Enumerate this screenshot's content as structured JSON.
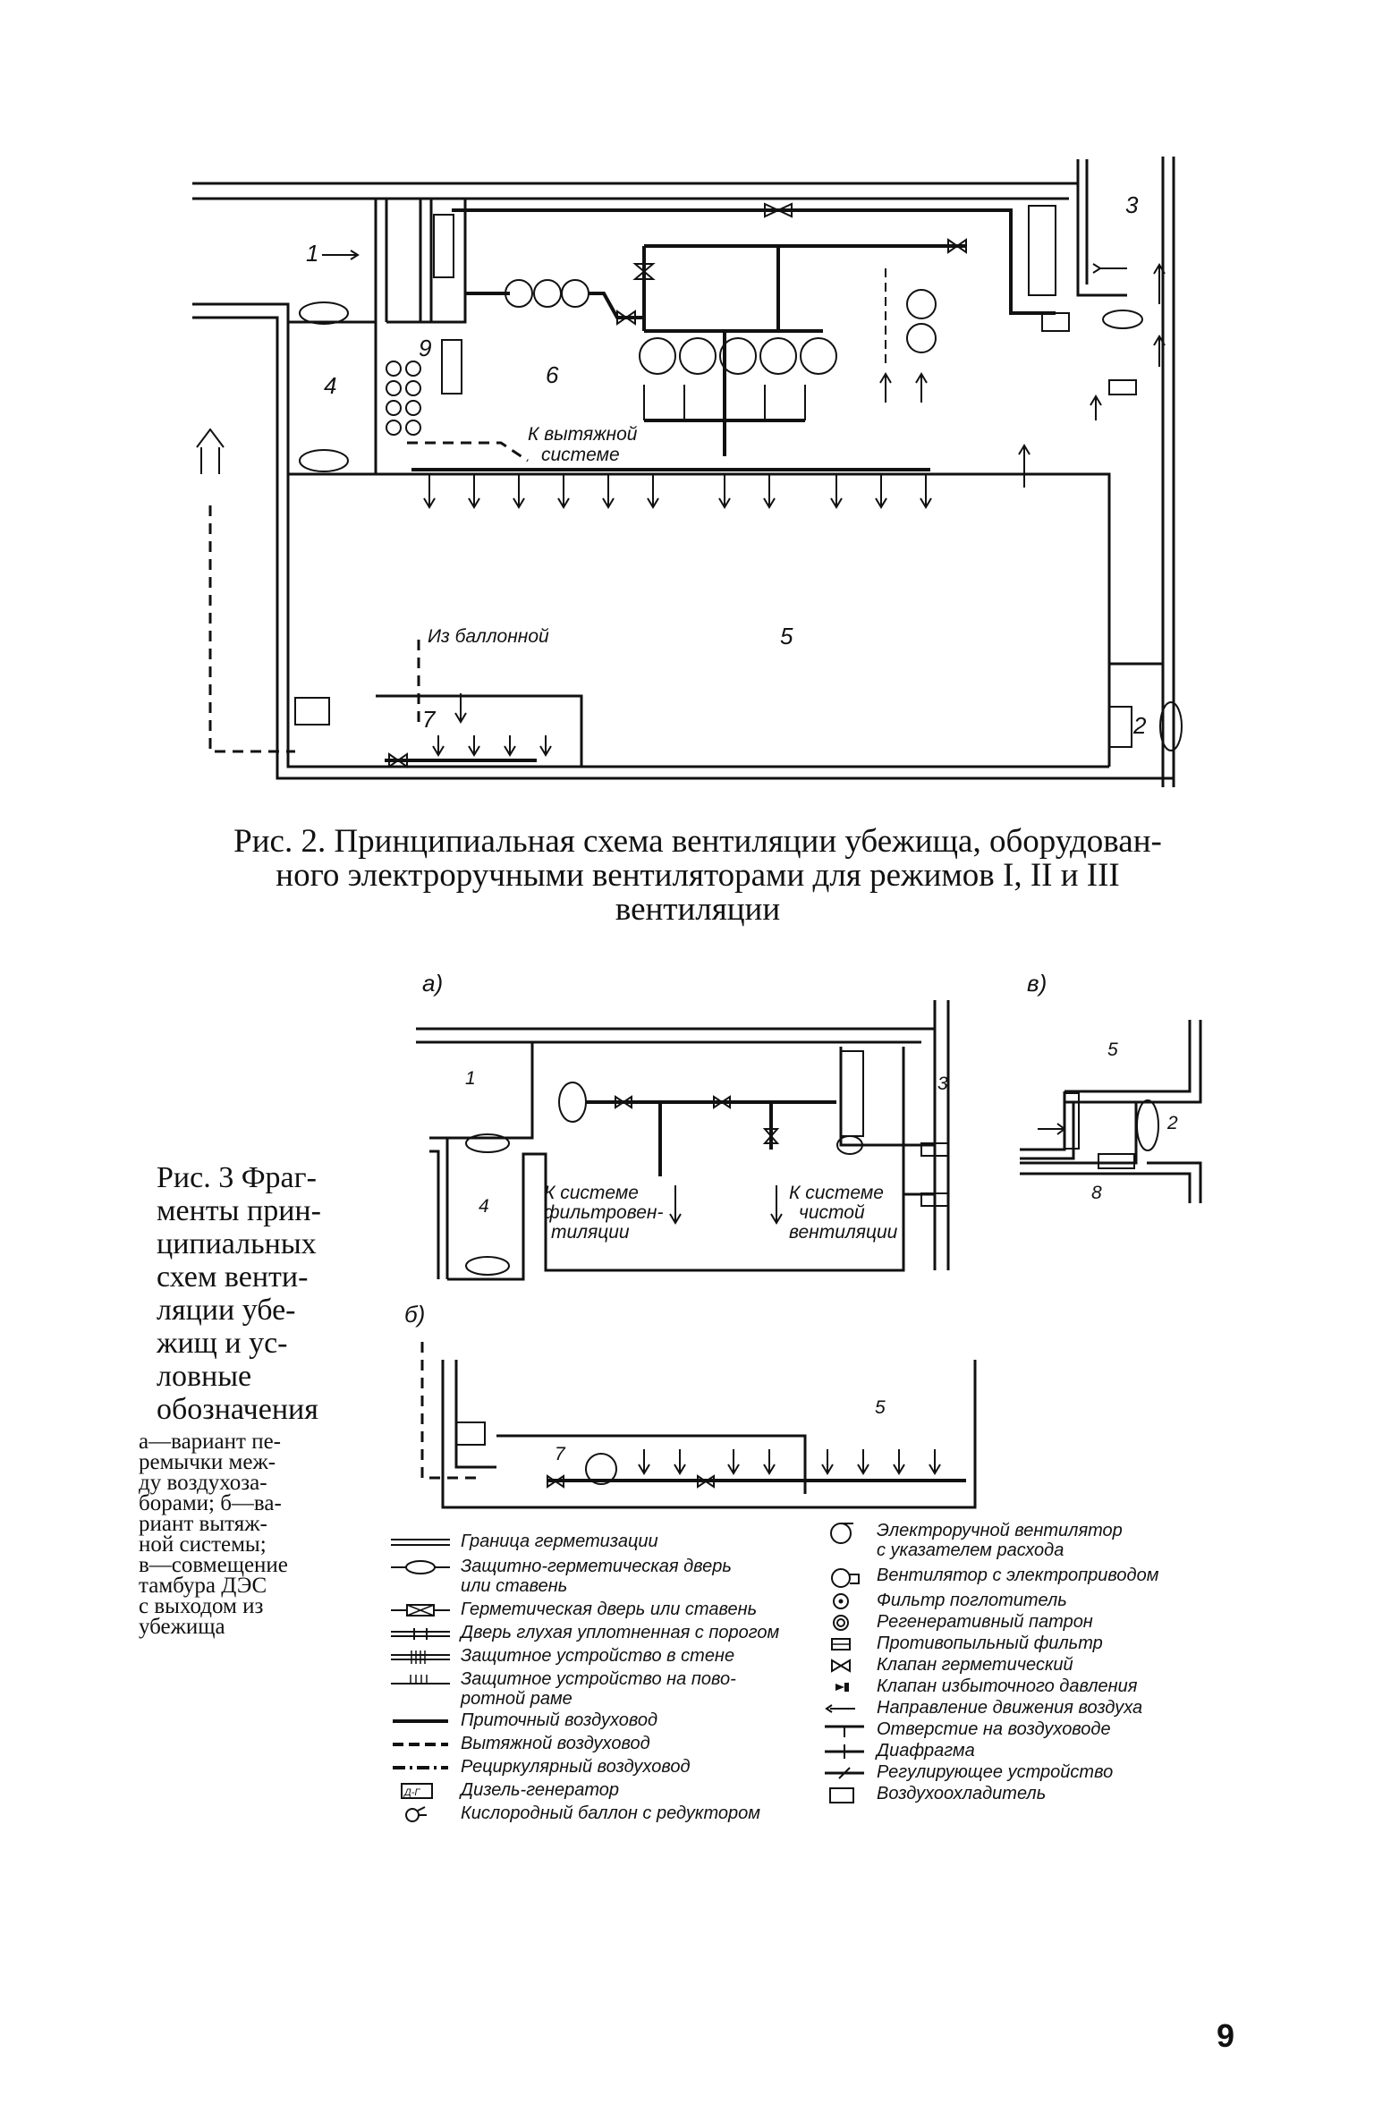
{
  "fig2": {
    "caption_line1": "Рис. 2. Принципиальная схема вентиляции убежища, оборудован-",
    "caption_line2": "ного электроручными вентиляторами для режимов I, II и III",
    "caption_line3": "вентиляции",
    "labels": {
      "n1": "1",
      "n2": "2",
      "n3": "3",
      "n4": "4",
      "n5": "5",
      "n6": "6",
      "n7": "7",
      "n9": "9",
      "exhaust": "К вытяжной",
      "exhaust2": "системе",
      "cylinders": "Из баллонной"
    }
  },
  "fig3": {
    "caption_lines": [
      "Рис. 3 Фраг-",
      "менты прин-",
      "ципиальных",
      "схем венти-",
      "ляции убе-",
      "жищ и ус-",
      "ловные",
      "обозначения"
    ],
    "note_lines": [
      "а—вариант пе-",
      "ремычки меж-",
      "ду воздухоза-",
      "борами; б—ва-",
      "риант вытяж-",
      "ной системы;",
      "в—совмещение",
      "тамбура ДЭС",
      "с выходом из",
      "убежища"
    ],
    "part_a": "а)",
    "part_b": "б)",
    "part_v": "в)",
    "labels": {
      "n1": "1",
      "n2": "2",
      "n3": "3",
      "n4": "4",
      "n5": "5",
      "n7": "7",
      "n8": "8",
      "filter_sys_1": "К системе",
      "filter_sys_2": "фильтровен-",
      "filter_sys_3": "тиляции",
      "clean_sys_1": "К системе",
      "clean_sys_2": "чистой",
      "clean_sys_3": "вентиляции"
    }
  },
  "legend_left": [
    {
      "icon": "sealing-boundary-icon",
      "text": "Граница герметизации"
    },
    {
      "icon": "protective-door-icon",
      "text": "Защитно-герметическая дверь"
    },
    {
      "icon": "",
      "text": "или ставень"
    },
    {
      "icon": "hermetic-door-icon",
      "text": "Герметическая дверь или ставень"
    },
    {
      "icon": "blind-door-icon",
      "text": "Дверь глухая уплотненная с порогом"
    },
    {
      "icon": "wall-protective-device-icon",
      "text": "Защитное устройство в стене"
    },
    {
      "icon": "pivot-protective-device-icon",
      "text": "Защитное устройство на пово-"
    },
    {
      "icon": "",
      "text": "ротной раме"
    },
    {
      "icon": "supply-duct-icon",
      "text": "Приточный воздуховод"
    },
    {
      "icon": "exhaust-duct-icon",
      "text": "Вытяжной воздуховод"
    },
    {
      "icon": "recirculation-duct-icon",
      "text": "Рециркулярный воздуховод"
    },
    {
      "icon": "diesel-generator-icon",
      "text": "Дизель-генератор"
    },
    {
      "icon": "oxygen-cylinder-icon",
      "text": "Кислородный баллон с редуктором"
    }
  ],
  "legend_right": [
    {
      "icon": "manual-fan-icon",
      "text": "Электроручной вентилятор"
    },
    {
      "icon": "",
      "text": "с указателем расхода"
    },
    {
      "icon": "electric-fan-icon",
      "text": "Вентилятор с электроприводом"
    },
    {
      "icon": "absorber-filter-icon",
      "text": "Фильтр поглотитель"
    },
    {
      "icon": "regenerative-cartridge-icon",
      "text": "Регенеративный патрон"
    },
    {
      "icon": "dust-filter-icon",
      "text": "Противопыльный фильтр"
    },
    {
      "icon": "hermetic-valve-icon",
      "text": "Клапан герметический"
    },
    {
      "icon": "overpressure-valve-icon",
      "text": "Клапан избыточного давления"
    },
    {
      "icon": "airflow-direction-icon",
      "text": "Направление движения воздуха"
    },
    {
      "icon": "duct-opening-icon",
      "text": "Отверстие на воздуховоде"
    },
    {
      "icon": "diaphragm-icon",
      "text": "Диафрагма"
    },
    {
      "icon": "regulating-device-icon",
      "text": "Регулирующее устройство"
    },
    {
      "icon": "air-cooler-icon",
      "text": "Воздухоохладитель"
    }
  ],
  "legend_extra": {
    "diesel_tag": "Д-Г"
  },
  "page_number": "9"
}
